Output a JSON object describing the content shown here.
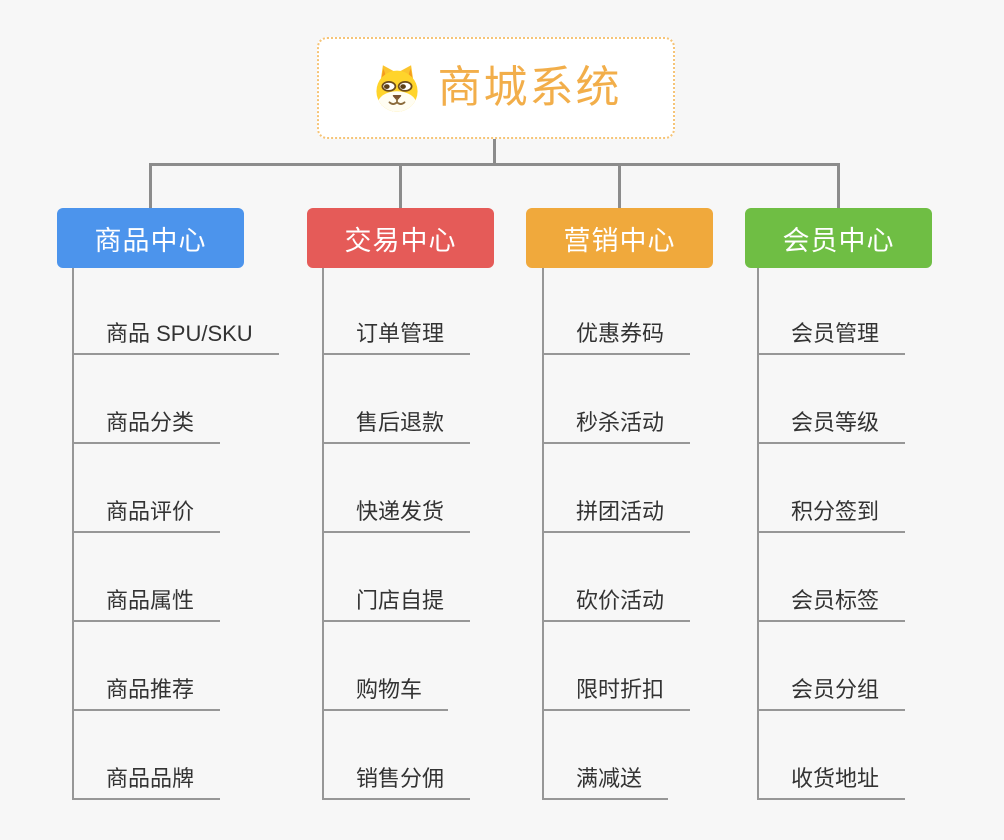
{
  "root": {
    "title": "商城系统",
    "icon": "dog-face-icon",
    "title_color": "#F2AE4A",
    "border_color": "#F6C477",
    "background": "#FFFFFF"
  },
  "branches": [
    {
      "label": "商品中心",
      "color": "#4C94EC",
      "items": [
        "商品 SPU/SKU",
        "商品分类",
        "商品评价",
        "商品属性",
        "商品推荐",
        "商品品牌"
      ]
    },
    {
      "label": "交易中心",
      "color": "#E55B58",
      "items": [
        "订单管理",
        "售后退款",
        "快递发货",
        "门店自提",
        "购物车",
        "销售分佣"
      ]
    },
    {
      "label": "营销中心",
      "color": "#F0A93C",
      "items": [
        "优惠券码",
        "秒杀活动",
        "拼团活动",
        "砍价活动",
        "限时折扣",
        "满减送"
      ]
    },
    {
      "label": "会员中心",
      "color": "#6FBE44",
      "items": [
        "会员管理",
        "会员等级",
        "积分签到",
        "会员标签",
        "会员分组",
        "收货地址"
      ]
    }
  ],
  "connector_color": "#8C8C8C",
  "background_color": "#F7F7F7",
  "item_text_color": "#333333"
}
